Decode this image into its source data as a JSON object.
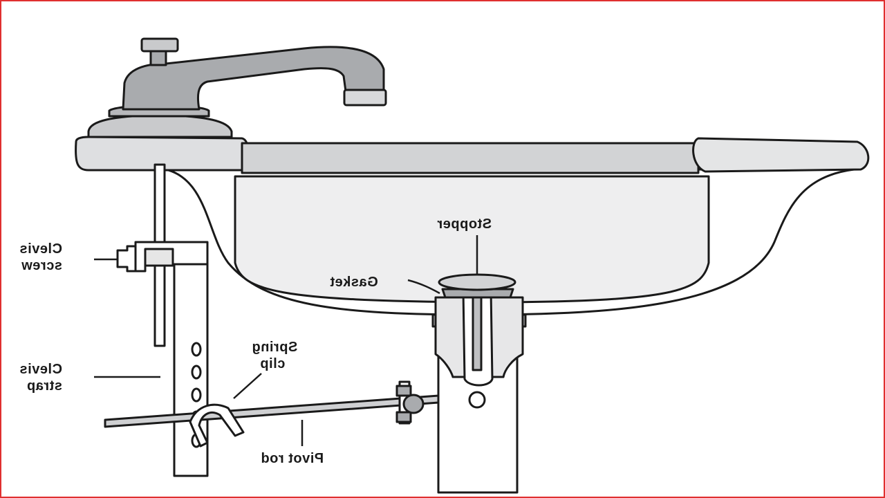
{
  "labels": {
    "clevis_screw": [
      "Clevis",
      "screw"
    ],
    "clevis_strap": [
      "Clevis",
      "strap"
    ],
    "spring_clip": [
      "Spring",
      "clip"
    ],
    "stopper": "Stopper",
    "gasket": "Gasket",
    "pivot_rod": "Pivot rod"
  },
  "colors": {
    "frame_border": "#e03030",
    "line": "#1a1a1a",
    "metal_fill": "#a9abae",
    "metal_light": "#d8d9db",
    "basin_fill": "#e2e3e4"
  }
}
